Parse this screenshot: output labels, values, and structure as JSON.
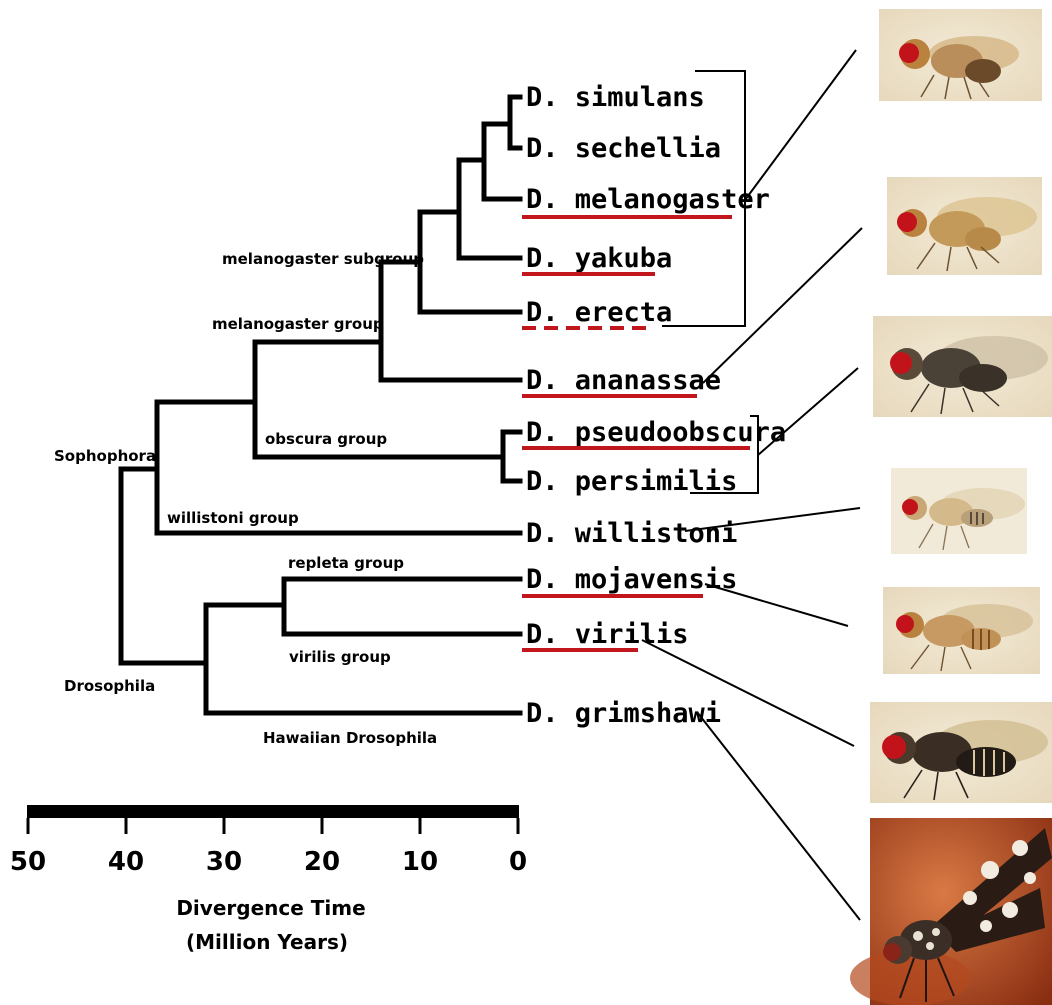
{
  "taxa": [
    {
      "id": "simulans",
      "label": "D. simulans",
      "underline": "none"
    },
    {
      "id": "sechellia",
      "label": "D. sechellia",
      "underline": "none"
    },
    {
      "id": "melanogaster",
      "label": "D. melanogaster",
      "underline": "solid"
    },
    {
      "id": "yakuba",
      "label": "D. yakuba",
      "underline": "solid"
    },
    {
      "id": "erecta",
      "label": "D. erecta",
      "underline": "dashed"
    },
    {
      "id": "ananassae",
      "label": "D. ananassae",
      "underline": "solid"
    },
    {
      "id": "pseudoobscura",
      "label": "D. pseudoobscura",
      "underline": "solid"
    },
    {
      "id": "persimilis",
      "label": "D. persimilis",
      "underline": "none"
    },
    {
      "id": "willistoni",
      "label": "D. willistoni",
      "underline": "none"
    },
    {
      "id": "mojavensis",
      "label": "D. mojavensis",
      "underline": "solid"
    },
    {
      "id": "virilis",
      "label": "D. virilis",
      "underline": "solid"
    },
    {
      "id": "grimshawi",
      "label": "D. grimshawi",
      "underline": "none"
    }
  ],
  "groups": {
    "melanogaster_subgroup": "melanogaster subgroup",
    "melanogaster_group": "melanogaster group",
    "obscura_group": "obscura group",
    "sophophora": "Sophophora",
    "willistoni_group": "willistoni group",
    "repleta_group": "repleta group",
    "virilis_group": "virilis group",
    "drosophila": "Drosophila",
    "hawaiian_drosophila": "Hawaiian Drosophila"
  },
  "axis": {
    "ticks": [
      "50",
      "40",
      "30",
      "20",
      "10",
      "0"
    ],
    "title_line1": "Divergence Time",
    "title_line2": "(Million Years)",
    "range": [
      50,
      0
    ]
  },
  "colors": {
    "tree": "#000000",
    "underline": "#c0161c"
  },
  "photos": [
    {
      "name": "fly-photo-simulans-group",
      "style": "tan"
    },
    {
      "name": "fly-photo-ananassae",
      "style": "tan"
    },
    {
      "name": "fly-photo-pseudoobscura-group",
      "style": "dark"
    },
    {
      "name": "fly-photo-willistoni",
      "style": "pale"
    },
    {
      "name": "fly-photo-mojavensis",
      "style": "tan"
    },
    {
      "name": "fly-photo-virilis",
      "style": "dark"
    },
    {
      "name": "fly-photo-grimshawi",
      "style": "hawaiian"
    }
  ]
}
